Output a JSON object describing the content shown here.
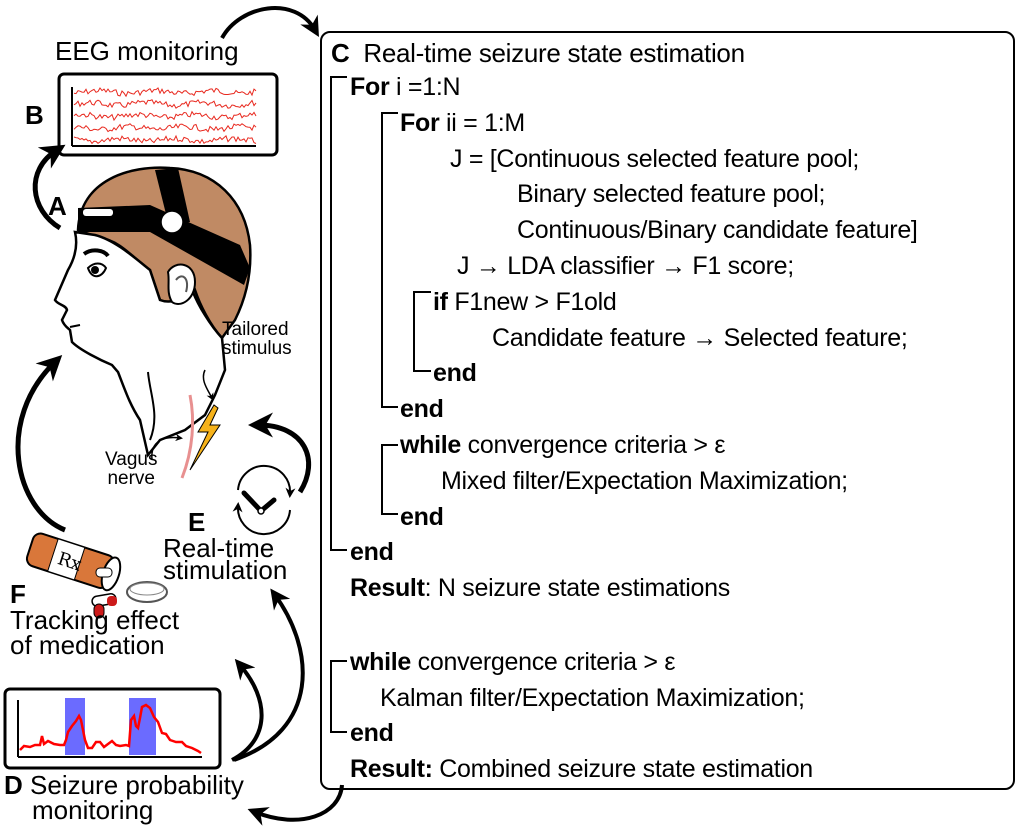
{
  "panels": {
    "A": {
      "letter": "A"
    },
    "B": {
      "letter": "B",
      "title": "EEG monitoring"
    },
    "C": {
      "letter": "C",
      "title": "Real-time seizure state estimation",
      "algorithm": {
        "outer_loop": {
          "keyword": "For",
          "text": " i =1:N"
        },
        "inner_loop": {
          "keyword": "For",
          "text": " ii = 1:M"
        },
        "j_def_line1": "J = [Continuous selected feature pool;",
        "j_def_line2": "Binary selected feature pool;",
        "j_def_line3": "Continuous/Binary candidate feature]",
        "classifier_line": "J → LDA classifier → F1 score;",
        "if_stmt": {
          "keyword": "if",
          "text": " F1new > F1old"
        },
        "if_body": "Candidate feature → Selected feature;",
        "end_kw": "end",
        "while1": {
          "keyword": "while",
          "text": " convergence criteria > ε"
        },
        "while1_body": "Mixed filter/Expectation Maximization;",
        "result1": {
          "keyword": "Result",
          "text": ": N seizure state estimations"
        },
        "while2": {
          "keyword": "while",
          "text": " convergence criteria > ε"
        },
        "while2_body": "Kalman filter/Expectation Maximization;",
        "result2": {
          "keyword": "Result:",
          "text": " Combined seizure state estimation"
        }
      }
    },
    "D": {
      "letter": "D",
      "title_line1": "Seizure probability",
      "title_line2": "monitoring"
    },
    "E": {
      "letter": "E",
      "title_line1": "Real-time",
      "title_line2": "stimulation"
    },
    "F": {
      "letter": "F",
      "title_line1": "Tracking effect",
      "title_line2": "of medication"
    }
  },
  "annotations": {
    "tailored_line1": "Tailored",
    "tailored_line2": "stimulus",
    "vagus_line1": "Vagus",
    "vagus_line2": "nerve",
    "rx_label": "Rx"
  },
  "colors": {
    "skin_hair": "#c08a64",
    "eeg_trace": "#e8281e",
    "probability_trace": "#ff0000",
    "seizure_band": "#6b6bff",
    "lightning": "#f6b21a",
    "nerve": "#e89090",
    "bottle": "#d9773a"
  }
}
